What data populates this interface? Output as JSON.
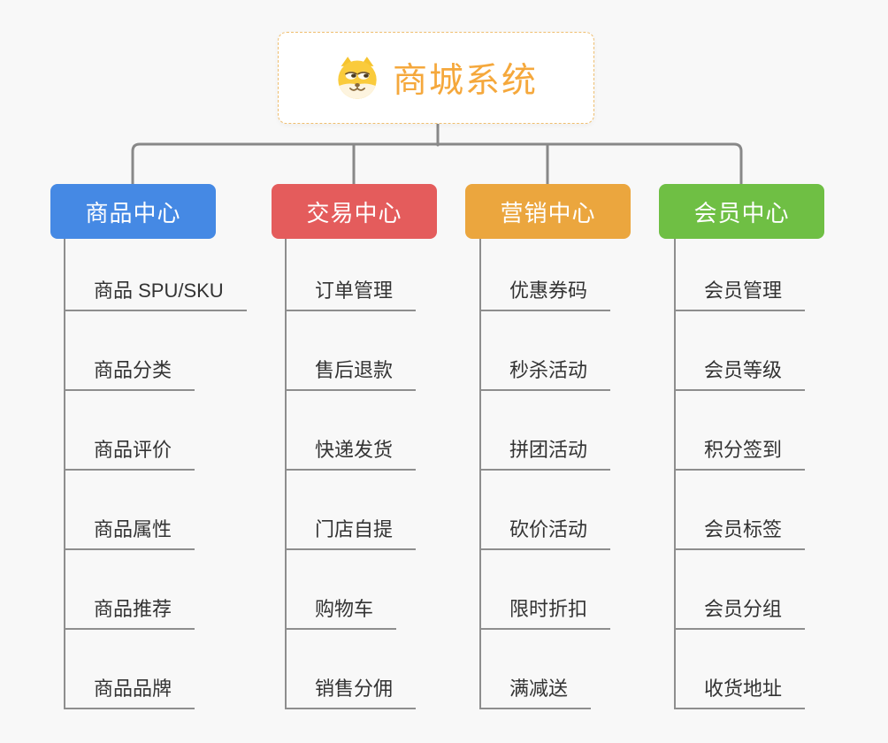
{
  "background": "#F8F8F8",
  "connectors": {
    "color": "#888888",
    "item_line_color": "#8E8E8E"
  },
  "root": {
    "title": "商城系统",
    "title_color": "#F5A83C",
    "border_color": "#EFBE6F",
    "icon": "shiba-dog-icon"
  },
  "branches": [
    {
      "label": "商品中心",
      "color": "#4589E4",
      "items": [
        "商品 SPU/SKU",
        "商品分类",
        "商品评价",
        "商品属性",
        "商品推荐",
        "商品品牌"
      ]
    },
    {
      "label": "交易中心",
      "color": "#E45C5C",
      "items": [
        "订单管理",
        "售后退款",
        "快递发货",
        "门店自提",
        "购物车",
        "销售分佣"
      ]
    },
    {
      "label": "营销中心",
      "color": "#EBA63E",
      "items": [
        "优惠券码",
        "秒杀活动",
        "拼团活动",
        "砍价活动",
        "限时折扣",
        "满减送"
      ]
    },
    {
      "label": "会员中心",
      "color": "#6FBF44",
      "items": [
        "会员管理",
        "会员等级",
        "积分签到",
        "会员标签",
        "会员分组",
        "收货地址"
      ]
    }
  ]
}
